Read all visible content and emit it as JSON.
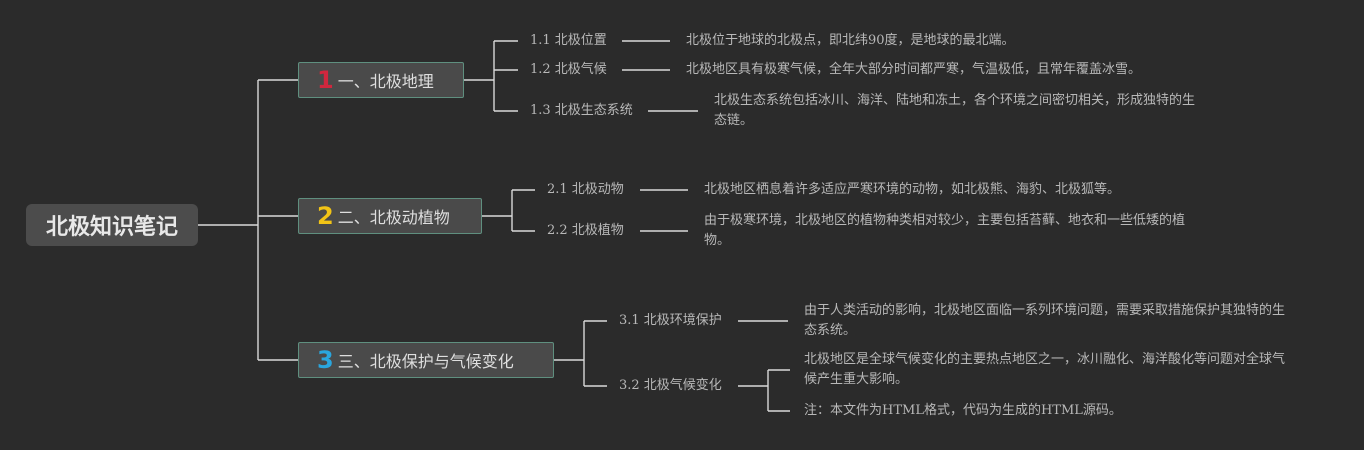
{
  "root": {
    "label": "北极知识笔记"
  },
  "branches": [
    {
      "number": "1",
      "number_color": "#d0273e",
      "label": "一、北极地理",
      "topics": [
        {
          "label": "1.1 北极位置",
          "notes": [
            "北极位于地球的北极点，即北纬90度，是地球的最北端。"
          ]
        },
        {
          "label": "1.2 北极气候",
          "notes": [
            "北极地区具有极寒气候，全年大部分时间都严寒，气温极低，且常年覆盖冰雪。"
          ]
        },
        {
          "label": "1.3 北极生态系统",
          "notes": [
            "北极生态系统包括冰川、海洋、陆地和冻土，各个环境之间密切相关，形成独特的生态链。"
          ]
        }
      ]
    },
    {
      "number": "2",
      "number_color": "#f2c416",
      "label": "二、北极动植物",
      "topics": [
        {
          "label": "2.1 北极动物",
          "notes": [
            "北极地区栖息着许多适应严寒环境的动物，如北极熊、海豹、北极狐等。"
          ]
        },
        {
          "label": "2.2 北极植物",
          "notes": [
            "由于极寒环境，北极地区的植物种类相对较少，主要包括苔藓、地衣和一些低矮的植物。"
          ]
        }
      ]
    },
    {
      "number": "3",
      "number_color": "#2aa6de",
      "label": "三、北极保护与气候变化",
      "topics": [
        {
          "label": "3.1 北极环境保护",
          "notes": [
            "由于人类活动的影响，北极地区面临一系列环境问题，需要采取措施保护其独特的生态系统。"
          ]
        },
        {
          "label": "3.2 北极气候变化",
          "notes": [
            "北极地区是全球气候变化的主要热点地区之一，冰川融化、海洋酸化等问题对全球气候产生重大影响。",
            "注：本文件为HTML格式，代码为生成的HTML源码。"
          ]
        }
      ]
    }
  ],
  "colors": {
    "background": "#2b2b2b",
    "line": "#d9d9d9",
    "branch_border": "#5f8f7f"
  }
}
